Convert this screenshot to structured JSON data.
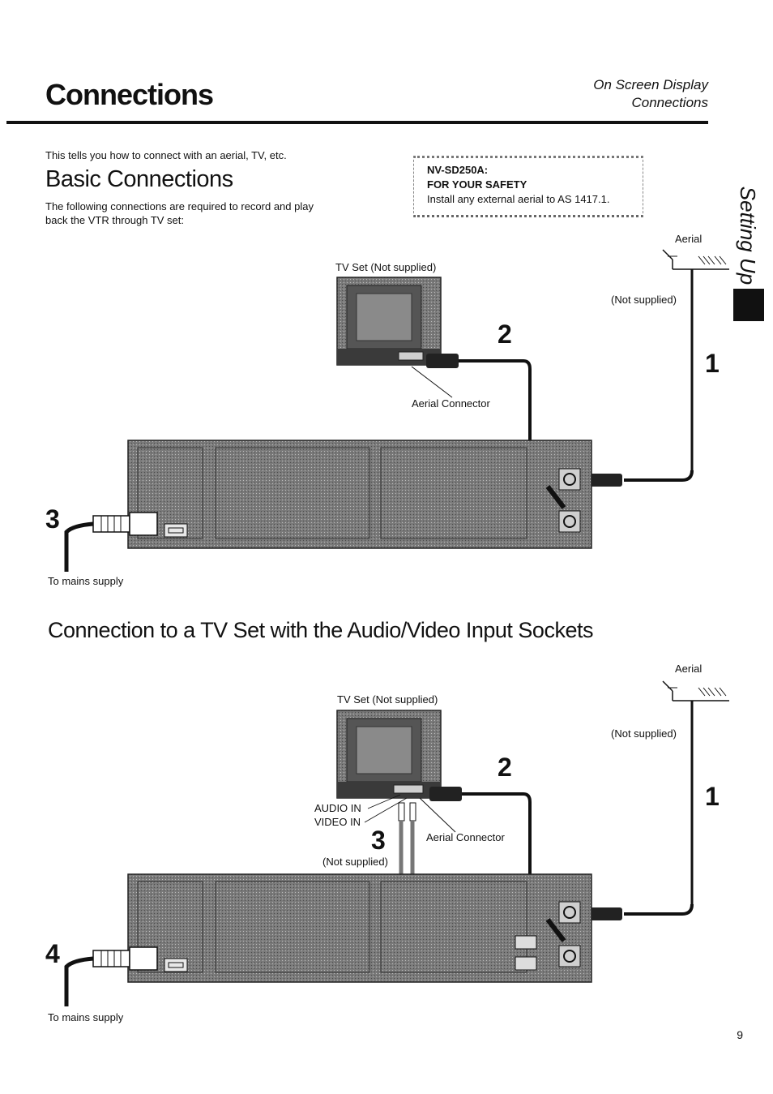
{
  "header": {
    "title": "Connections",
    "breadcrumb_line1": "On Screen Display",
    "breadcrumb_line2": "Connections"
  },
  "intro": "This tells you how to connect with an aerial, TV, etc.",
  "basic": {
    "heading": "Basic Connections",
    "text_line1": "The following connections are required to record and play",
    "text_line2": "back the VTR through TV set:"
  },
  "notice": {
    "model": "NV-SD250A:",
    "title": "FOR YOUR SAFETY",
    "text": "Install any external aerial to AS 1417.1."
  },
  "side_tab": {
    "label": "Setting Up"
  },
  "diagram1": {
    "tv_label": "TV Set (Not supplied)",
    "aerial_label": "Aerial",
    "not_supplied": "(Not supplied)",
    "aerial_connector": "Aerial Connector",
    "mains": "To mains supply",
    "step1": "1",
    "step2": "2",
    "step3": "3"
  },
  "av": {
    "heading": "Connection to a TV Set with the Audio/Video Input Sockets"
  },
  "diagram2": {
    "tv_label": "TV Set (Not supplied)",
    "aerial_label": "Aerial",
    "not_supplied": "(Not supplied)",
    "audio_in": "AUDIO IN",
    "video_in": "VIDEO IN",
    "cable_not_supplied": "(Not supplied)",
    "aerial_connector": "Aerial Connector",
    "mains": "To mains supply",
    "step1": "1",
    "step2": "2",
    "step3": "3",
    "step4": "4"
  },
  "footer": {
    "page_number": "9"
  },
  "colors": {
    "ink": "#111111",
    "device_gray": "#6e6e6e",
    "device_dark": "#3a3a3a",
    "screen_gray": "#8a8a8a"
  }
}
